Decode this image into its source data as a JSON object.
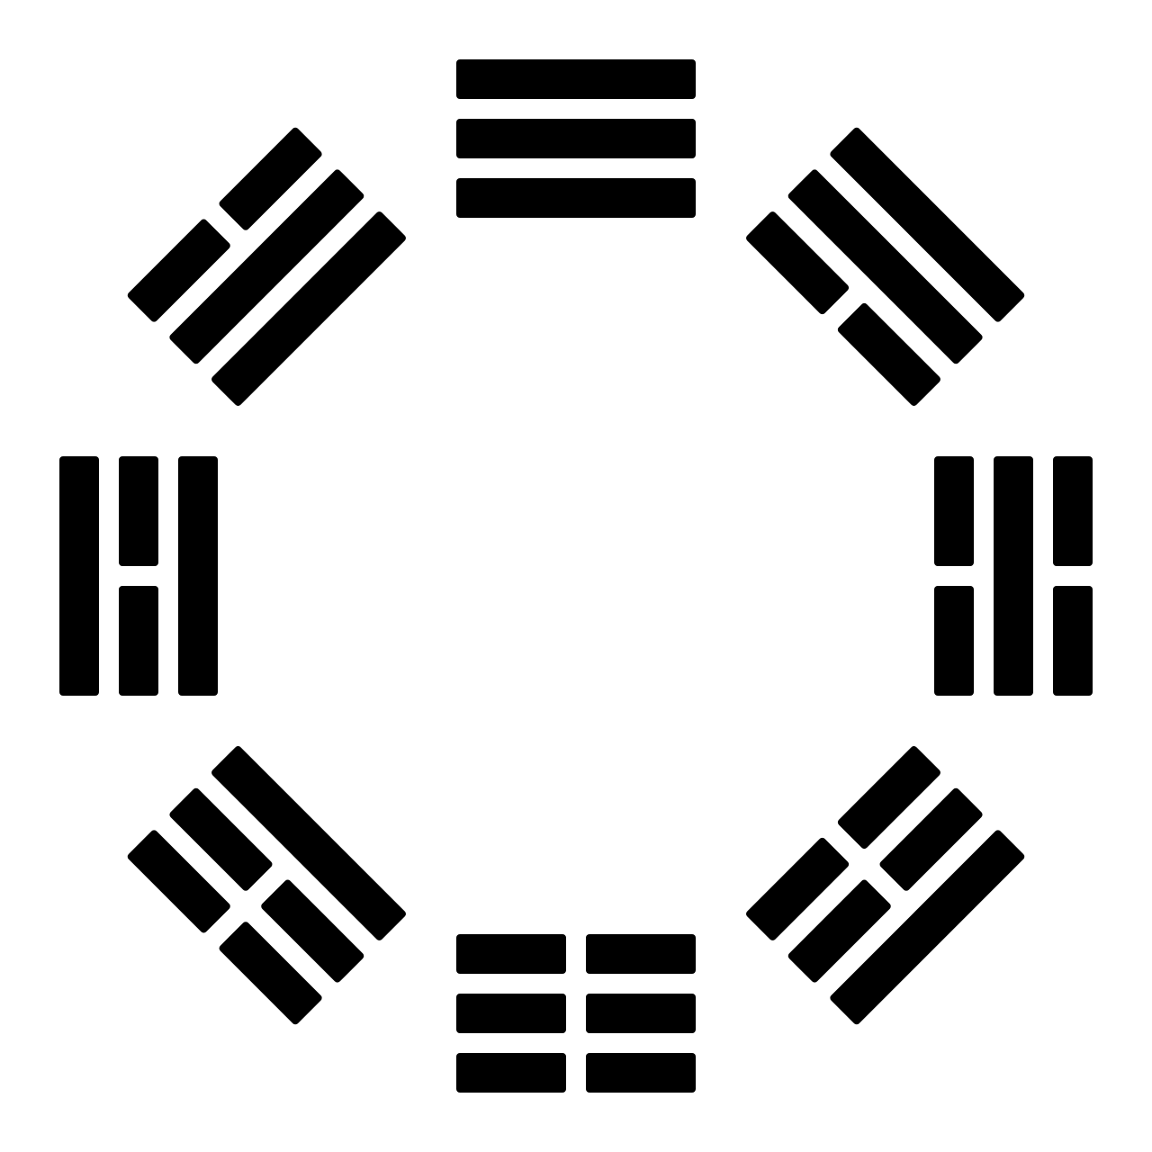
{
  "colors": {
    "background": "#ffffff",
    "ink": "#000000"
  },
  "trigrams": [
    {
      "position": "top",
      "lines_outer_to_inner": [
        "solid",
        "solid",
        "solid"
      ]
    },
    {
      "position": "top-right",
      "lines_outer_to_inner": [
        "solid",
        "solid",
        "broken"
      ]
    },
    {
      "position": "right",
      "lines_outer_to_inner": [
        "broken",
        "solid",
        "broken"
      ]
    },
    {
      "position": "bottom-right",
      "lines_outer_to_inner": [
        "solid",
        "broken",
        "broken"
      ]
    },
    {
      "position": "bottom",
      "lines_outer_to_inner": [
        "broken",
        "broken",
        "broken"
      ]
    },
    {
      "position": "bottom-left",
      "lines_outer_to_inner": [
        "broken",
        "broken",
        "solid"
      ]
    },
    {
      "position": "left",
      "lines_outer_to_inner": [
        "solid",
        "broken",
        "solid"
      ]
    },
    {
      "position": "top-left",
      "lines_outer_to_inner": [
        "broken",
        "solid",
        "solid"
      ]
    }
  ]
}
